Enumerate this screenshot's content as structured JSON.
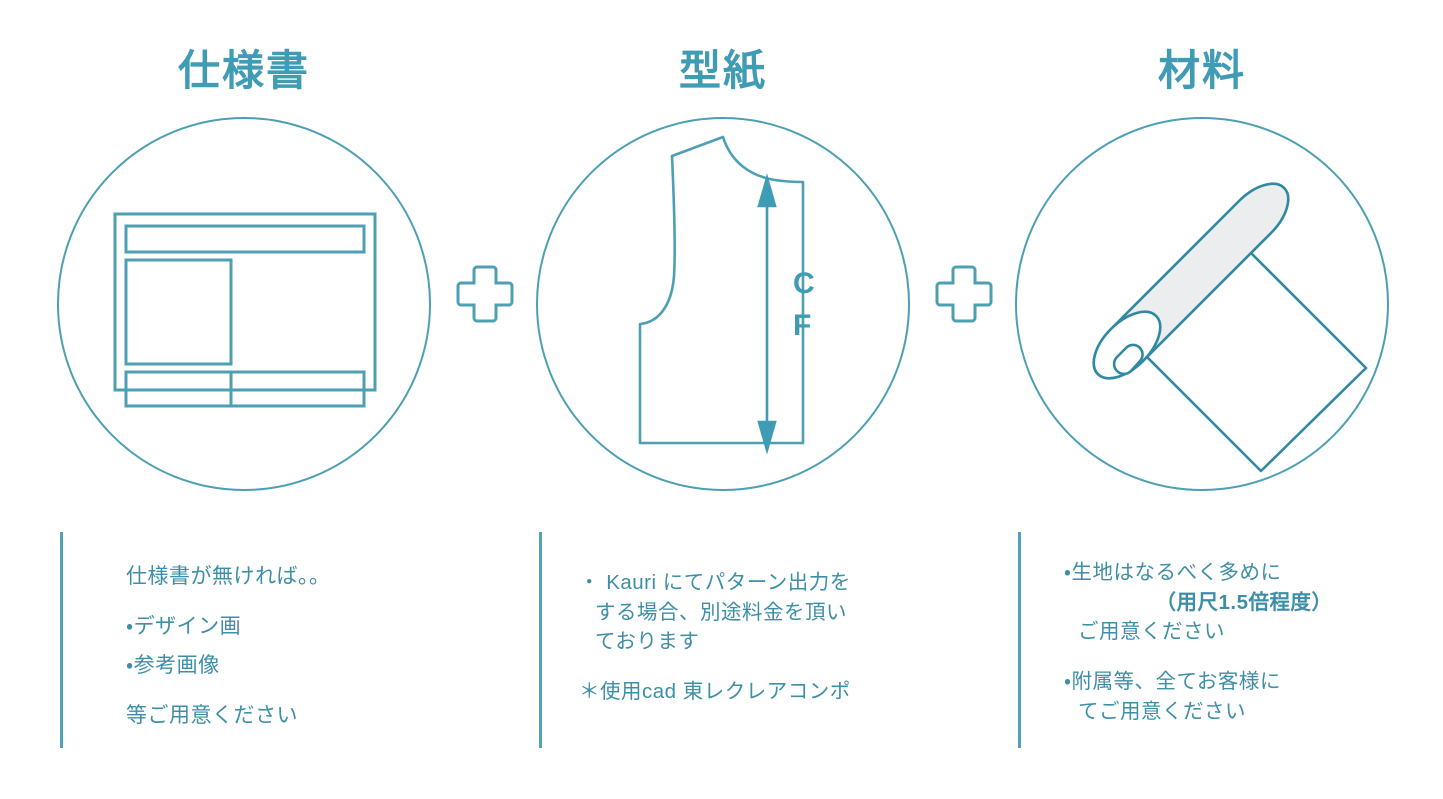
{
  "page": {
    "background": "#ffffff",
    "accent": "#3f9cb4",
    "line_color": "#4d9fb4",
    "text_color": "#3d8fa7",
    "roll_fill": "#eceef0"
  },
  "sections": [
    {
      "id": "spec-sheet",
      "heading": "仕様書",
      "icon": "document-layout-icon",
      "notes": {
        "lead": "仕様書が無ければ。。",
        "bullets": [
          "・デザイン画",
          "・参考画像"
        ],
        "closing": "等ご用意ください"
      }
    },
    {
      "id": "pattern-paper",
      "heading": "型紙",
      "icon": "bodice-pattern-icon",
      "pattern_label": {
        "line1": "C",
        "line2": "F"
      },
      "notes": {
        "bullet_line1": "・ Kauri にてパターン出力を",
        "bullet_line2": "する場合、別途料金を頂い",
        "bullet_line3": "ております",
        "cad_note": "＊使用cad 東レクレアコンポ"
      }
    },
    {
      "id": "materials",
      "heading": "材料",
      "icon": "fabric-roll-icon",
      "notes": {
        "bullet1_line1": "・生地はなるべく多めに",
        "bullet1_bold": "（用尺1.5倍程度）",
        "bullet1_line3": "ご用意ください",
        "bullet2_line1": "・附属等、全てお客様に",
        "bullet2_line2": "てご用意ください"
      }
    }
  ],
  "separators": [
    {
      "id": "plus-1",
      "glyph": "plus-icon"
    },
    {
      "id": "plus-2",
      "glyph": "plus-icon"
    }
  ]
}
